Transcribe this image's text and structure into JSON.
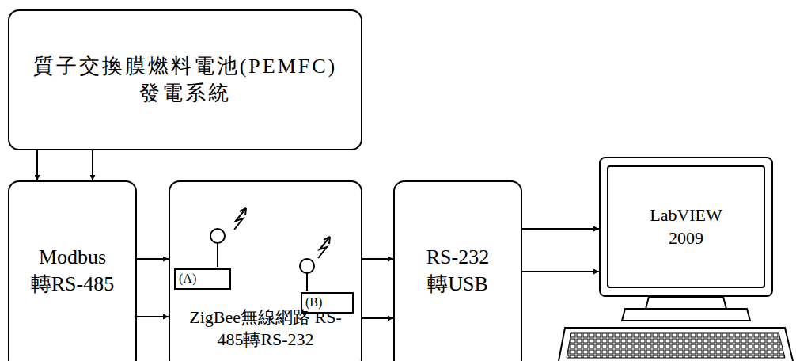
{
  "diagram": {
    "nodes": [
      {
        "text": [
          "質子交換膜燃料電池(PEMFC) 發電系統"
        ]
      },
      {
        "text": [
          "Modbus 轉RS-485"
        ]
      },
      {
        "text": [
          "ZigBee無線網路 RS-485轉RS-232"
        ]
      },
      {
        "text": [
          "(A)"
        ],
        "in": 2
      },
      {
        "text": [
          "(B)"
        ],
        "in": 2
      },
      {
        "text": [
          "RS-232 轉USB"
        ]
      },
      {
        "text": [
          "LabVIEW 2009"
        ]
      }
    ],
    "edges": [
      {
        "from": 0,
        "to": 1,
        "arrow": "to"
      },
      {
        "from": 0,
        "to": 1,
        "arrow": "to"
      },
      {
        "from": 1,
        "to": 2,
        "arrow": "to"
      },
      {
        "from": 1,
        "to": 2,
        "arrow": "to"
      },
      {
        "from": 2,
        "to": 5,
        "arrow": "to"
      },
      {
        "from": 2,
        "to": 5,
        "arrow": "to"
      },
      {
        "from": 5,
        "to": 6,
        "arrow": "to"
      },
      {
        "from": 5,
        "to": 6,
        "arrow": "to"
      }
    ]
  }
}
